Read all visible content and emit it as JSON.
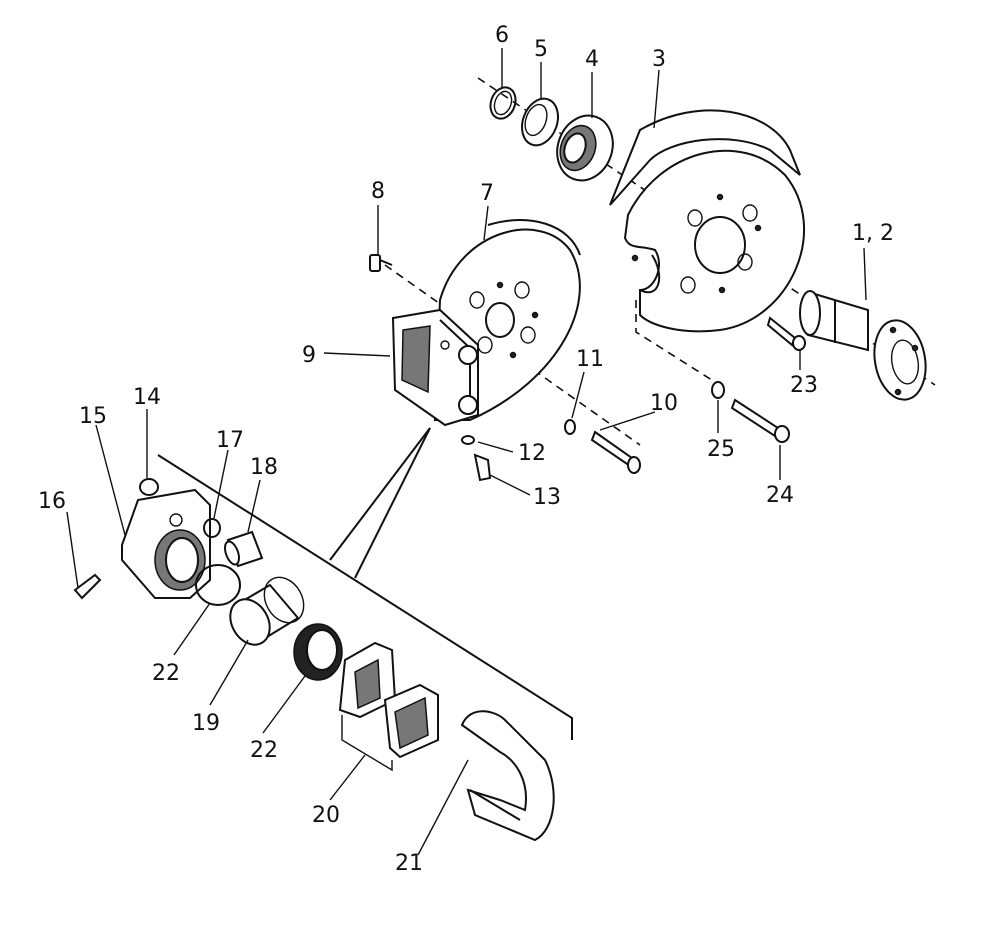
{
  "callouts": {
    "c1_2": "1, 2",
    "c3": "3",
    "c4": "4",
    "c5": "5",
    "c6": "6",
    "c7": "7",
    "c8": "8",
    "c9": "9",
    "c10": "10",
    "c11": "11",
    "c12": "12",
    "c13": "13",
    "c14": "14",
    "c15": "15",
    "c16": "16",
    "c17": "17",
    "c18": "18",
    "c19": "19",
    "c20": "20",
    "c21": "21",
    "c22a": "22",
    "c22b": "22",
    "c23": "23",
    "c24": "24",
    "c25": "25"
  }
}
